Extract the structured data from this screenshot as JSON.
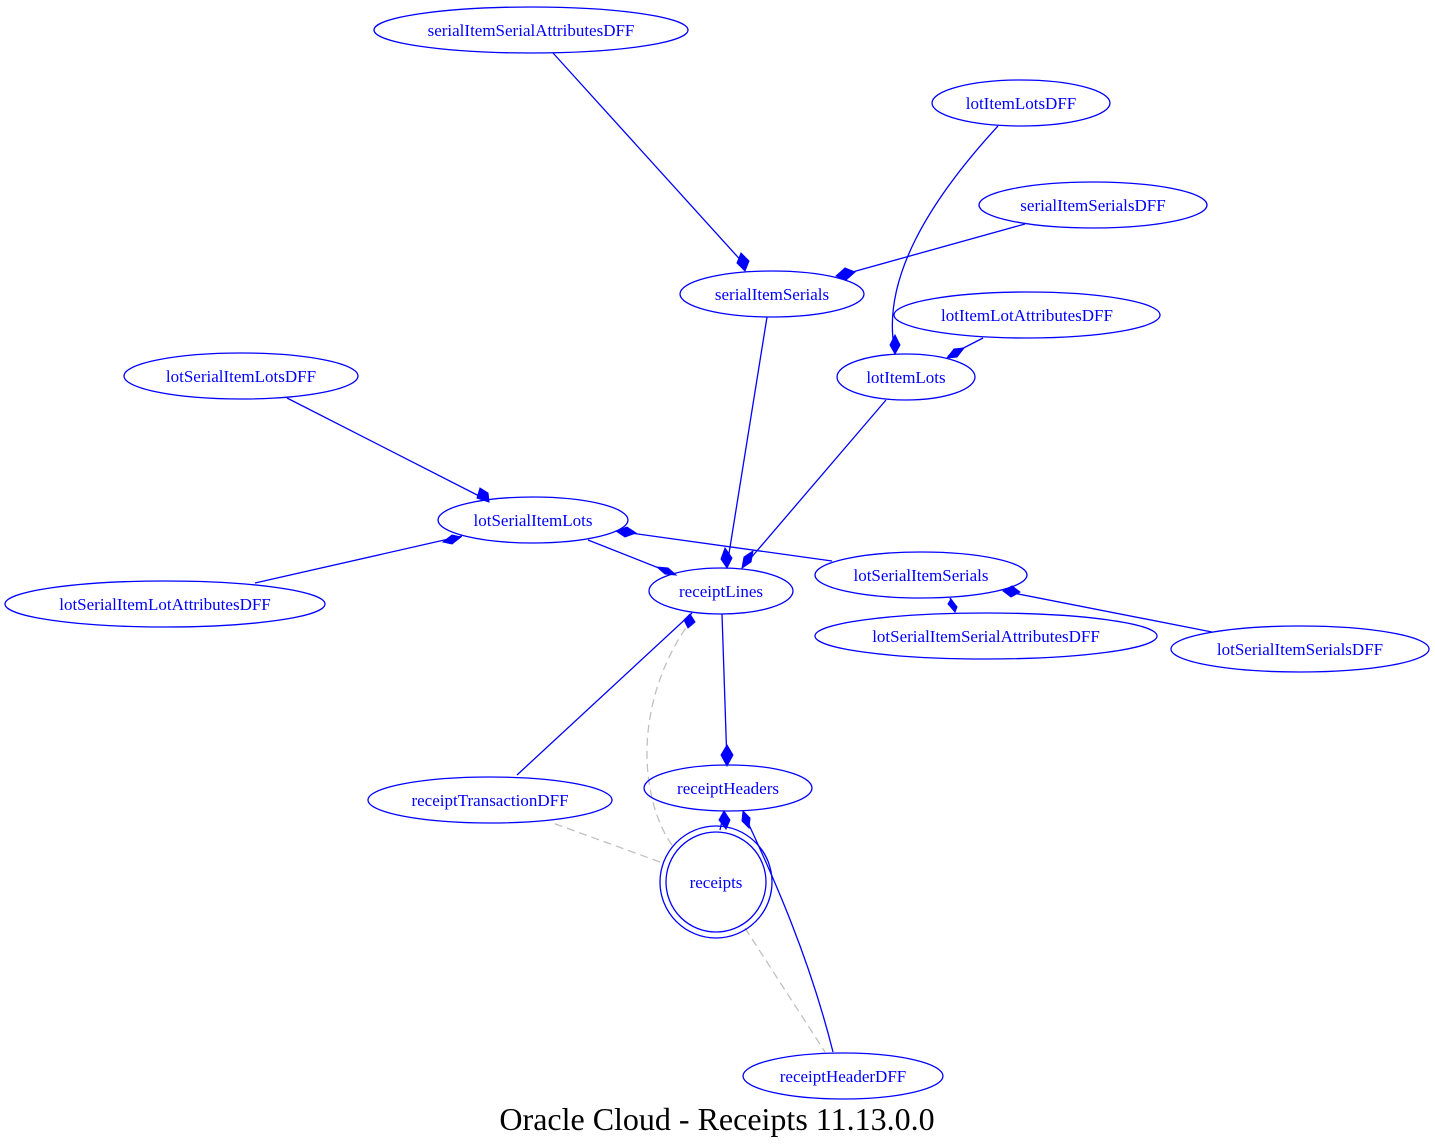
{
  "title": "Oracle Cloud - Receipts 11.13.0.0",
  "nodes": {
    "serialItemSerialAttributesDFF": "serialItemSerialAttributesDFF",
    "lotItemLotsDFF": "lotItemLotsDFF",
    "serialItemSerialsDFF": "serialItemSerialsDFF",
    "serialItemSerials": "serialItemSerials",
    "lotItemLotAttributesDFF": "lotItemLotAttributesDFF",
    "lotItemLots": "lotItemLots",
    "lotSerialItemLotsDFF": "lotSerialItemLotsDFF",
    "lotSerialItemLots": "lotSerialItemLots",
    "receiptLines": "receiptLines",
    "lotSerialItemSerials": "lotSerialItemSerials",
    "lotSerialItemLotAttributesDFF": "lotSerialItemLotAttributesDFF",
    "lotSerialItemSerialAttributesDFF": "lotSerialItemSerialAttributesDFF",
    "lotSerialItemSerialsDFF": "lotSerialItemSerialsDFF",
    "receiptHeaders": "receiptHeaders",
    "receiptTransactionDFF": "receiptTransactionDFF",
    "receipts": "receipts",
    "receiptHeaderDFF": "receiptHeaderDFF"
  },
  "edges": [
    {
      "from": "serialItemSerialAttributesDFF",
      "to": "serialItemSerials",
      "style": "composition"
    },
    {
      "from": "serialItemSerialsDFF",
      "to": "serialItemSerials",
      "style": "composition"
    },
    {
      "from": "lotItemLotsDFF",
      "to": "lotItemLots",
      "style": "composition"
    },
    {
      "from": "lotItemLotAttributesDFF",
      "to": "lotItemLots",
      "style": "composition"
    },
    {
      "from": "serialItemSerials",
      "to": "receiptLines",
      "style": "composition"
    },
    {
      "from": "lotItemLots",
      "to": "receiptLines",
      "style": "composition"
    },
    {
      "from": "lotSerialItemLotsDFF",
      "to": "lotSerialItemLots",
      "style": "composition"
    },
    {
      "from": "lotSerialItemLotAttributesDFF",
      "to": "lotSerialItemLots",
      "style": "composition"
    },
    {
      "from": "lotSerialItemLots",
      "to": "receiptLines",
      "style": "composition"
    },
    {
      "from": "lotSerialItemSerials",
      "to": "lotSerialItemLots",
      "style": "composition"
    },
    {
      "from": "lotSerialItemSerialAttributesDFF",
      "to": "lotSerialItemSerials",
      "style": "composition"
    },
    {
      "from": "lotSerialItemSerialsDFF",
      "to": "lotSerialItemSerials",
      "style": "composition"
    },
    {
      "from": "receiptLines",
      "to": "receiptHeaders",
      "style": "composition"
    },
    {
      "from": "receiptTransactionDFF",
      "to": "receiptLines",
      "style": "composition"
    },
    {
      "from": "receipts",
      "to": "receiptHeaders",
      "style": "composition"
    },
    {
      "from": "receiptHeaderDFF",
      "to": "receiptHeaders",
      "style": "composition"
    },
    {
      "from": "receipts",
      "to": "receiptLines",
      "style": "dashed"
    },
    {
      "from": "receipts",
      "to": "receiptTransactionDFF",
      "style": "dashed"
    },
    {
      "from": "receipts",
      "to": "receiptHeaderDFF",
      "style": "dashed"
    }
  ],
  "colors": {
    "node": "#0000ff",
    "edge": "#0000ff",
    "dashed_edge": "#c0c0c0",
    "caption": "#000000"
  }
}
